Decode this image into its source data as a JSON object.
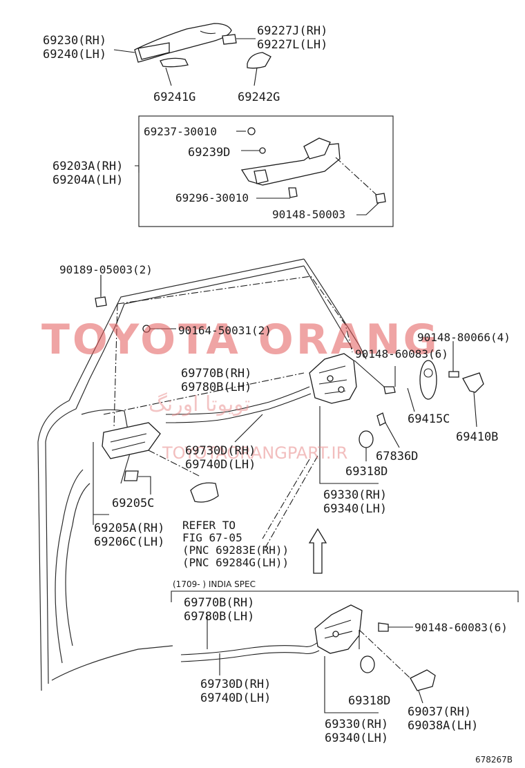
{
  "labels": {
    "l_69230": "69230(RH)",
    "l_69240": "69240(LH)",
    "l_69227j": "69227J(RH)",
    "l_69227l": "69227L(LH)",
    "l_69241g": "69241G",
    "l_69242g": "69242G",
    "l_69237": "69237-30010",
    "l_69239d": "69239D",
    "l_69203a": "69203A(RH)",
    "l_69204a": "69204A(LH)",
    "l_69296": "69296-30010",
    "l_90148_50003": "90148-50003",
    "l_90189": "90189-05003(2)",
    "l_90164": "90164-50031(2)",
    "l_90148_80066": "90148-80066(4)",
    "l_90148_60083_a": "90148-60083(6)",
    "l_69770b_a": "69770B(RH)",
    "l_69780b_a": "69780B(LH)",
    "l_69415c": "69415C",
    "l_69410b": "69410B",
    "l_69730d_a": "69730D(RH)",
    "l_69740d_a": "69740D(LH)",
    "l_67836d": "67836D",
    "l_69318d_a": "69318D",
    "l_69205c": "69205C",
    "l_69330_a": "69330(RH)",
    "l_69340_a": "69340(LH)",
    "l_69205a": "69205A(RH)",
    "l_69206c": "69206C(LH)",
    "l_refer1": "REFER TO",
    "l_refer2": "FIG 67-05",
    "l_refer3": "(PNC 69283E(RH))",
    "l_refer4": "(PNC 69284G(LH))",
    "l_india": "(1709-      ) INDIA SPEC",
    "l_69770b_b": "69770B(RH)",
    "l_69780b_b": "69780B(LH)",
    "l_90148_60083_b": "90148-60083(6)",
    "l_69730d_b": "69730D(RH)",
    "l_69740d_b": "69740D(LH)",
    "l_69318d_b": "69318D",
    "l_69037": "69037(RH)",
    "l_69038a": "69038A(LH)",
    "l_69330_b": "69330(RH)",
    "l_69340_b": "69340(LH)",
    "l_fignum": "678267B"
  },
  "watermark": {
    "brand": "TOYOTA ORANG",
    "persian": "تویوتا اورنگ",
    "url": "TOYOTAORANGPART.IR"
  },
  "colors": {
    "ink": "#1a1a1a",
    "watermark_red": "#e25a5a"
  }
}
